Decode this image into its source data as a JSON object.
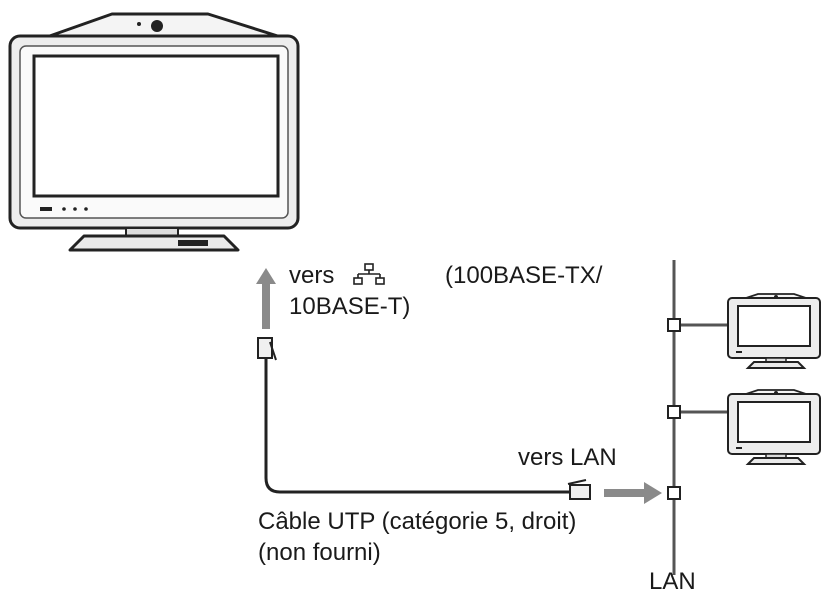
{
  "labels": {
    "port_prefix": "vers",
    "port_spec_line1": "(100BASE-TX/",
    "port_spec_line2": "10BASE-T)",
    "to_lan": "vers LAN",
    "cable_line1": "Câble UTP (catégorie 5, droit)",
    "cable_line2": "(non fourni)",
    "lan_bottom": "LAN"
  },
  "icons": {
    "main_unit": "videoconference-monitor-icon",
    "port_symbol": "lan-network-icon",
    "remote_terminal": "videoconference-monitor-icon",
    "cable_connector": "rj45-plug-icon",
    "lan_node": "hub-node-icon"
  },
  "colors": {
    "line": "#555555",
    "arrow": "#8a8a8a",
    "text": "#1a1a1a"
  }
}
